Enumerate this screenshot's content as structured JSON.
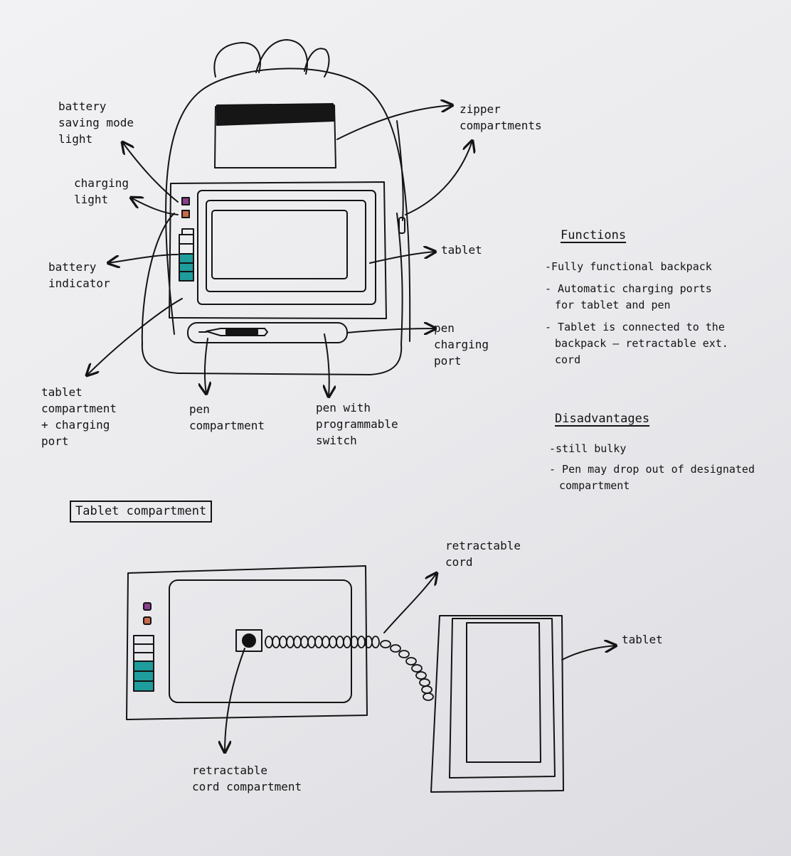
{
  "backpack": {
    "labels": {
      "battery_saving": [
        "battery",
        "saving mode",
        "light"
      ],
      "charging_light": [
        "charging",
        "light"
      ],
      "battery_indicator": [
        "battery",
        "indicator"
      ],
      "tablet_compartment": [
        "tablet",
        "compartment",
        "+ charging",
        "port"
      ],
      "pen_compartment": [
        "pen",
        "compartment"
      ],
      "pen_switch": [
        "pen with",
        "programmable",
        "switch"
      ],
      "pen_charging_port": [
        "pen",
        "charging",
        "port"
      ],
      "tablet": "tablet",
      "zipper": [
        "zipper",
        "compartments"
      ]
    },
    "colors": {
      "saving_light": "#8a3f8f",
      "charging_light": "#c86a4e",
      "battery_fill": "#1f9c9c"
    },
    "battery_level": 0.5
  },
  "functions": {
    "heading": "Functions",
    "items": [
      [
        "-Fully functional backpack"
      ],
      [
        "- Automatic charging ports",
        "for tablet and pen"
      ],
      [
        "- Tablet is connected to the",
        "backpack — retractable ext.",
        "cord"
      ]
    ]
  },
  "disadvantages": {
    "heading": "Disadvantages",
    "items": [
      [
        "-still bulky"
      ],
      [
        "- Pen may drop out of designated",
        "compartment"
      ]
    ]
  },
  "tablet_section": {
    "title": "Tablet compartment",
    "labels": {
      "retractable_cord": [
        "retractable",
        "cord"
      ],
      "tablet": "tablet",
      "cord_compartment": [
        "retractable",
        "cord compartment"
      ]
    }
  }
}
